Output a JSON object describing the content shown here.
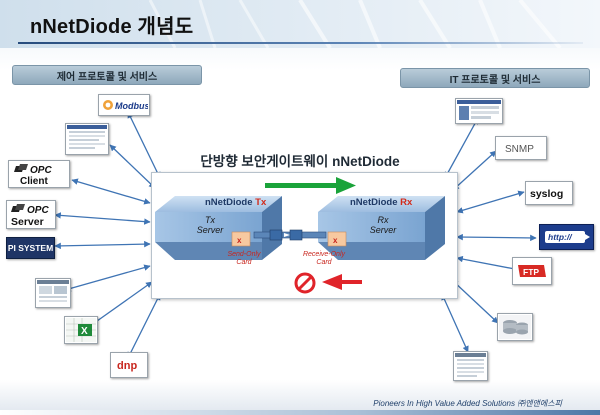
{
  "title": "nNetDiode 개념도",
  "left_section": "제어 프로토콜 및 서비스",
  "right_section": "IT 프로토콜 및 서비스",
  "center_title": "단방향 보안게이트웨이 nNetDiode",
  "tx": {
    "label": "nNetDiode",
    "suffix": "Tx",
    "server_line1": "Tx",
    "server_line2": "Server",
    "card_line1": "Send-Only",
    "card_line2": "Card"
  },
  "rx": {
    "label": "nNetDiode",
    "suffix": "Rx",
    "server_line1": "Rx",
    "server_line2": "Server",
    "card_line1": "Receive-Only",
    "card_line2": "Card"
  },
  "left_icons": [
    {
      "name": "modbus",
      "label": "Modbus"
    },
    {
      "name": "screenshot",
      "label": ""
    },
    {
      "name": "opc-client",
      "label1": "OPC",
      "label2": "Client"
    },
    {
      "name": "opc-server",
      "label1": "OPC",
      "label2": "Server"
    },
    {
      "name": "pi-system",
      "label": "PI SYSTEM"
    },
    {
      "name": "screenshot2",
      "label": ""
    },
    {
      "name": "excel",
      "label": "X"
    },
    {
      "name": "dnp",
      "label": "dnp"
    }
  ],
  "right_icons": [
    {
      "name": "screenshot",
      "label": ""
    },
    {
      "name": "snmp",
      "label": "SNMP"
    },
    {
      "name": "syslog",
      "label": "syslog"
    },
    {
      "name": "http",
      "label": "http://"
    },
    {
      "name": "ftp",
      "label": "FTP"
    },
    {
      "name": "database",
      "label": ""
    },
    {
      "name": "screenshot2",
      "label": ""
    }
  ],
  "footer": "Pioneers In High Value Added Solutions ㈜엔앤에스피",
  "colors": {
    "green_arrow": "#1aa33a",
    "red_arrow": "#e0242a",
    "accent_red": "#d22a1a",
    "server_blue": "#7da7d6"
  }
}
